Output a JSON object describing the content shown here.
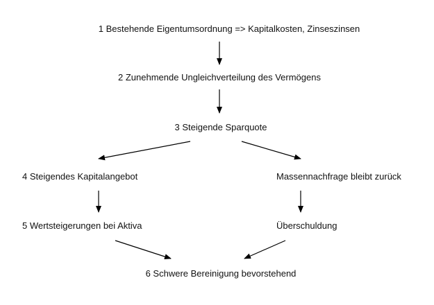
{
  "nodes": {
    "n1": "1 Bestehende Eigentumsordnung => Kapitalkosten, Zinseszinsen",
    "n2": "2 Zunehmende Ungleichverteilung des Vermögens",
    "n3": "3 Steigende Sparquote",
    "n4": "4 Steigendes Kapitalangebot",
    "n5": "5 Wertsteigerungen bei Aktiva",
    "n6": "6 Schwere Bereinigung bevorstehend",
    "m1": "Massennachfrage bleibt zurück",
    "m2": "Überschuldung"
  },
  "colors": {
    "line": "#000000",
    "text": "#111111"
  }
}
